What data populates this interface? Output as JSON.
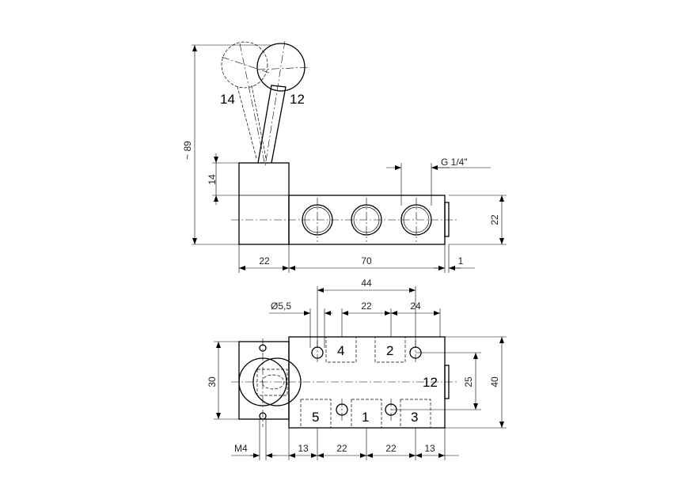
{
  "ports": {
    "lever_14": "14",
    "lever_12": "12",
    "p4": "4",
    "p2": "2",
    "p12_side": "12",
    "p5": "5",
    "p1": "1",
    "p3": "3"
  },
  "dims": {
    "height_approx": "~ 89",
    "handle_block": "14",
    "thread": "G 1/4\"",
    "body_height": "22",
    "handle_len": "22",
    "body_len": "70",
    "pilot": "1",
    "span_44": "44",
    "hole_dia": "Ø5,5",
    "span_22_top": "22",
    "span_24": "24",
    "mount_30": "30",
    "mount_25": "25",
    "width_40": "40",
    "screw": "M4",
    "b13a": "13",
    "b22a": "22",
    "b22b": "22",
    "b13b": "13"
  }
}
